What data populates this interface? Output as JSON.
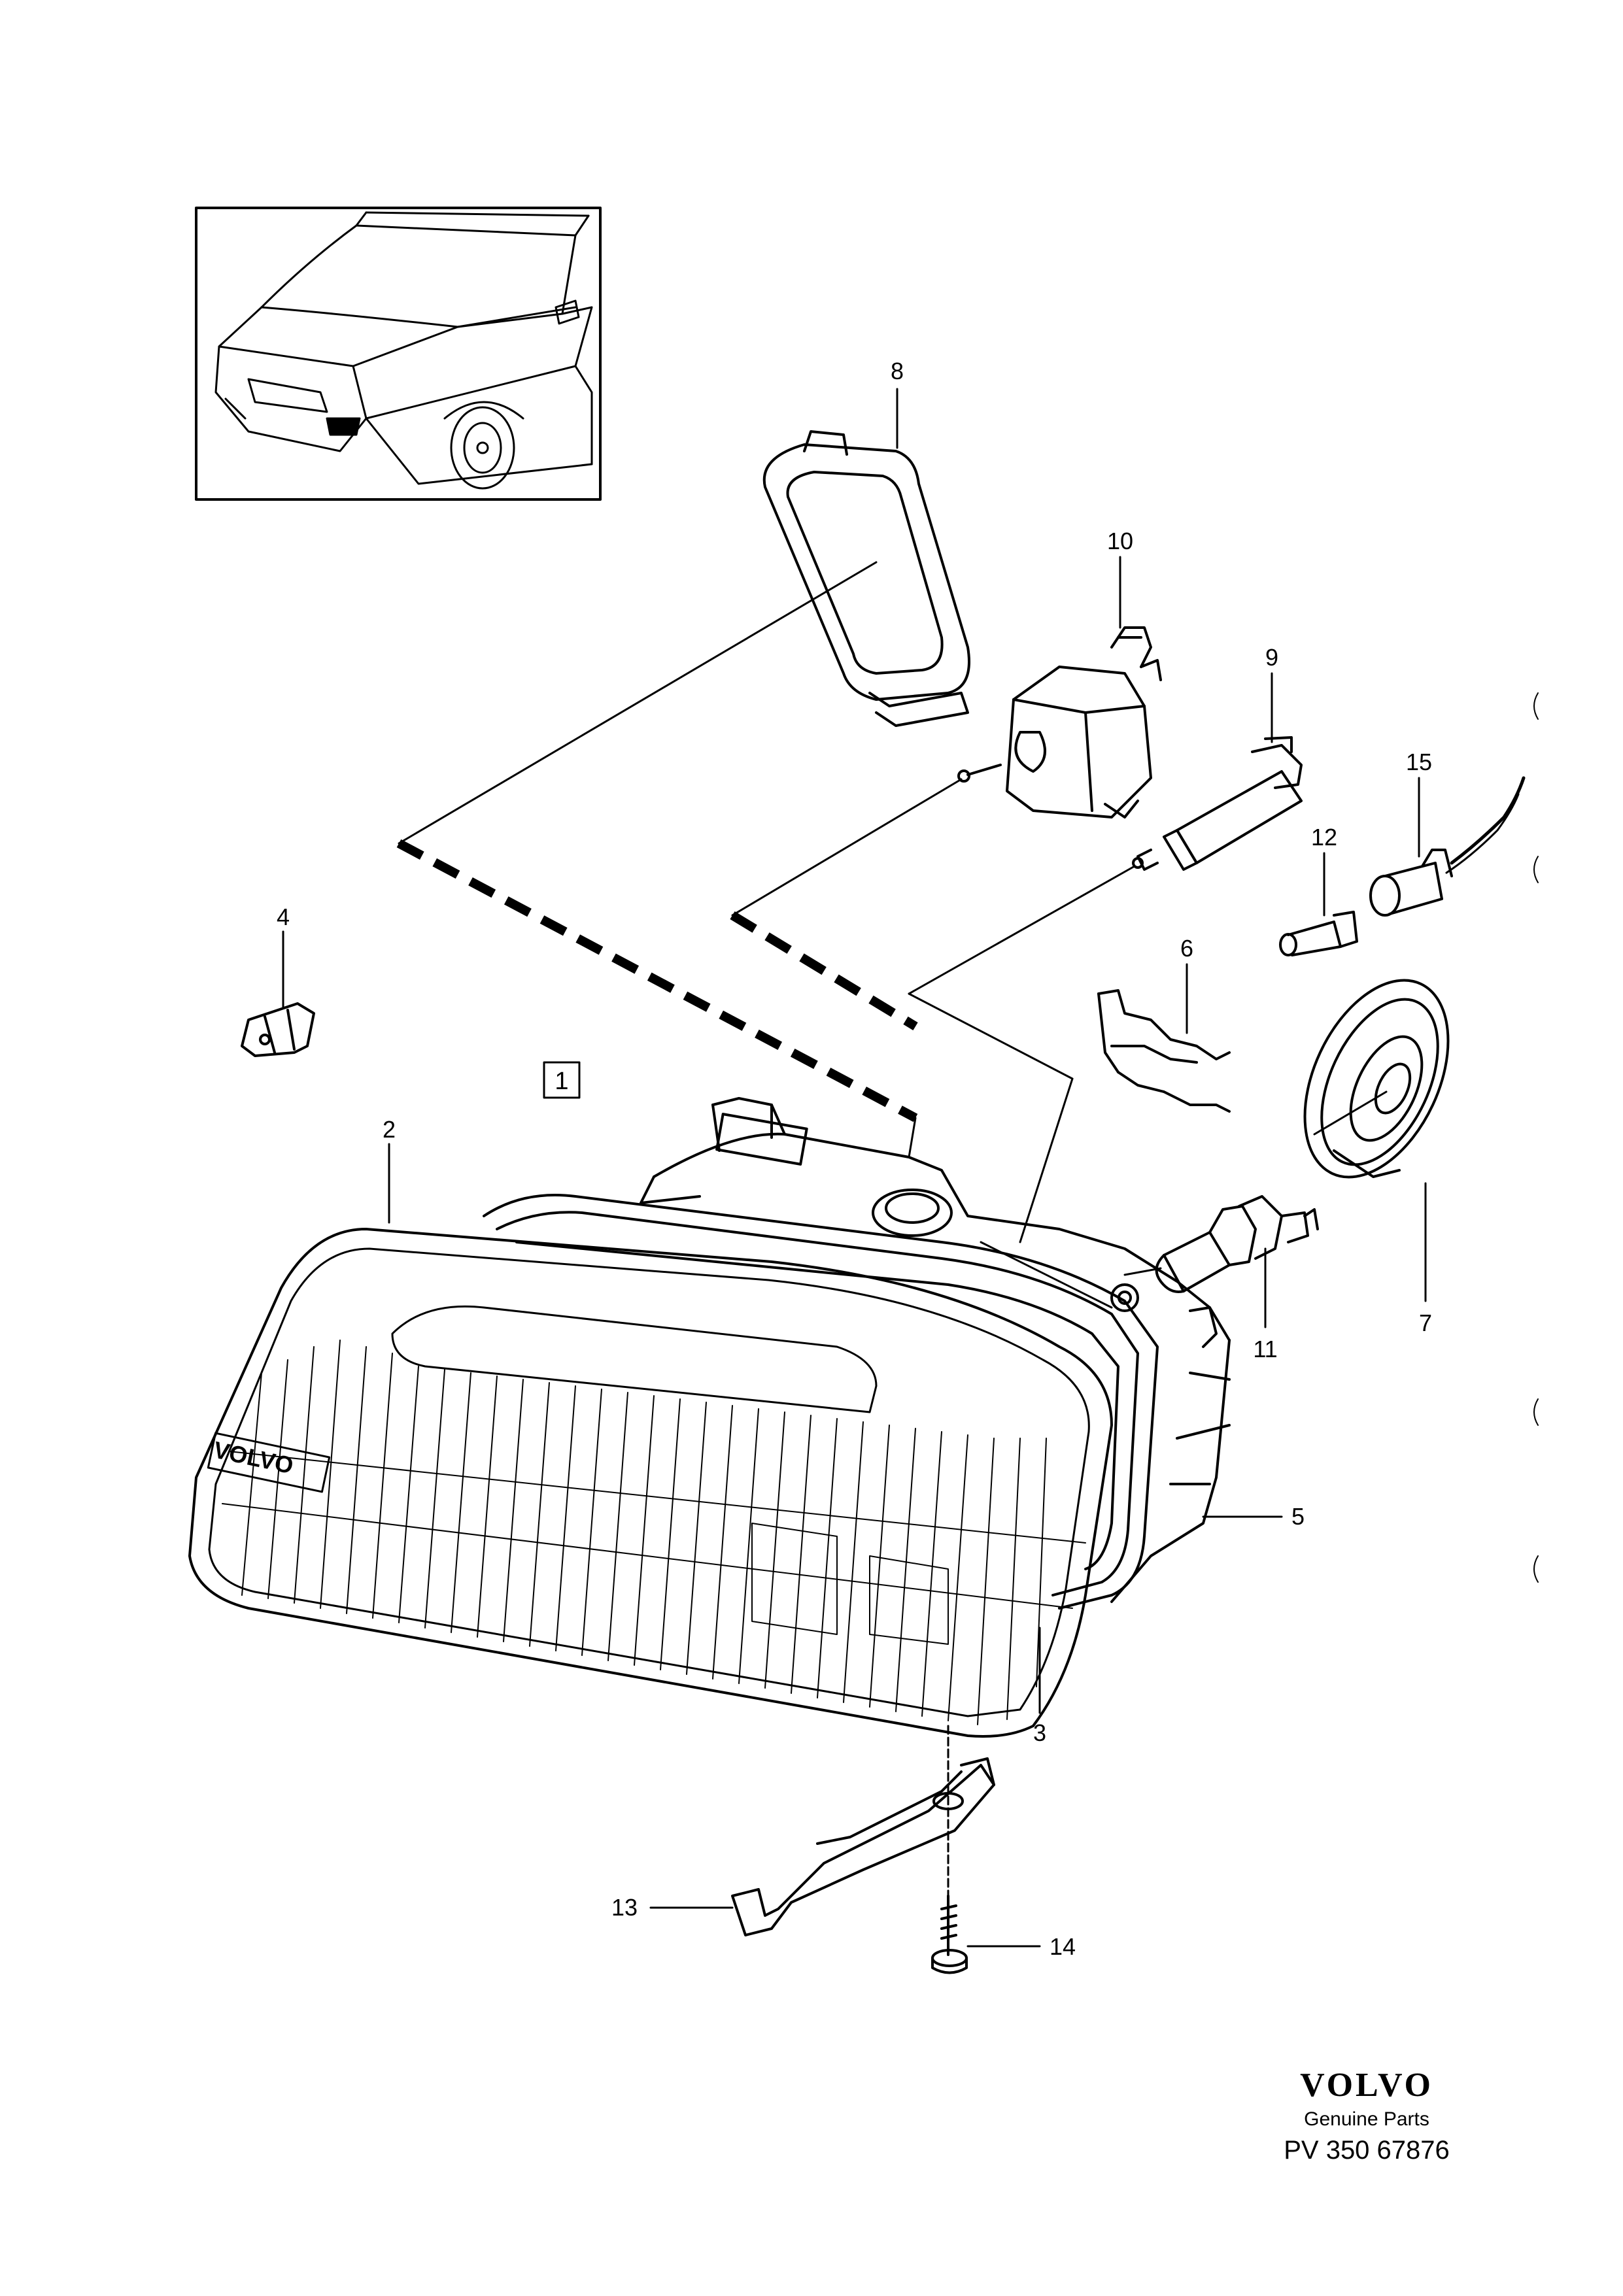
{
  "callouts": {
    "n1": "1",
    "n2": "2",
    "n3": "3",
    "n4": "4",
    "n5": "5",
    "n6": "6",
    "n7": "7",
    "n8": "8",
    "n9": "9",
    "n10": "10",
    "n11": "11",
    "n12": "12",
    "n13": "13",
    "n14": "14",
    "n15": "15"
  },
  "lens_logo": "VOLVO",
  "brand": {
    "logo": "VOLVO",
    "subtitle": "Genuine Parts",
    "reference": "PV 350 67876"
  }
}
